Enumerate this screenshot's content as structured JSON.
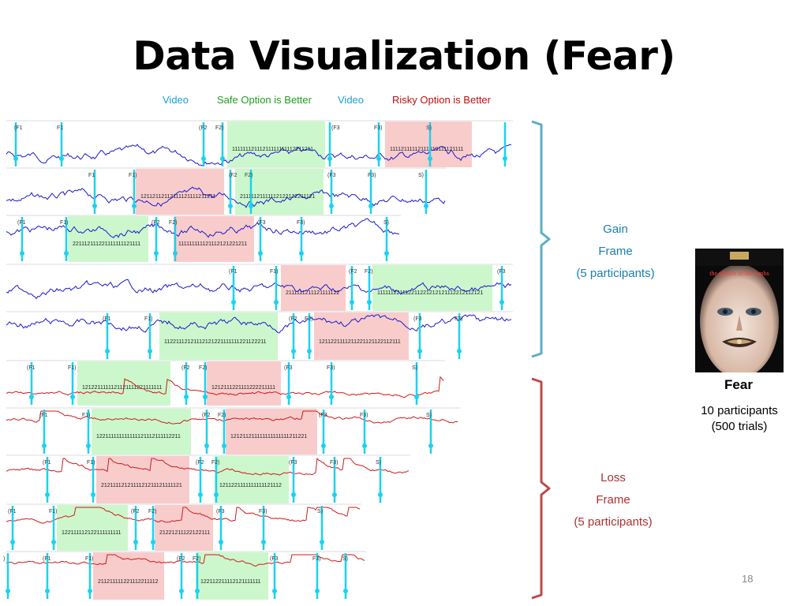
{
  "slide": {
    "title": "Data Visualization (Fear)",
    "page_number": "18"
  },
  "legend": {
    "video_1": "Video",
    "safe_better": "Safe Option is Better",
    "video_2": "Video",
    "risky_better": "Risky Option is Better"
  },
  "gain_frame": {
    "line1": "Gain",
    "line2": "Frame",
    "line3": "(5 participants)"
  },
  "loss_frame": {
    "line1": "Loss",
    "line2": "Frame",
    "line3": "(5 participants)"
  },
  "emotion": {
    "label": "Fear",
    "participants": "10 participants",
    "trials": "(500 trials)"
  },
  "poster": {
    "title_text": "the silence of the lambs"
  },
  "colors": {
    "gain_line": "#1a1ad0",
    "loss_line": "#d01a1a",
    "marker": "#19d3f0",
    "safe_region": "#ccf7cc",
    "risky_region": "#f9cccc",
    "video_text": "#1aa0d8",
    "safe_text": "#20a020",
    "risky_text": "#c01010",
    "gain_bracket": "#5aaec8",
    "loss_bracket": "#c04848"
  }
}
